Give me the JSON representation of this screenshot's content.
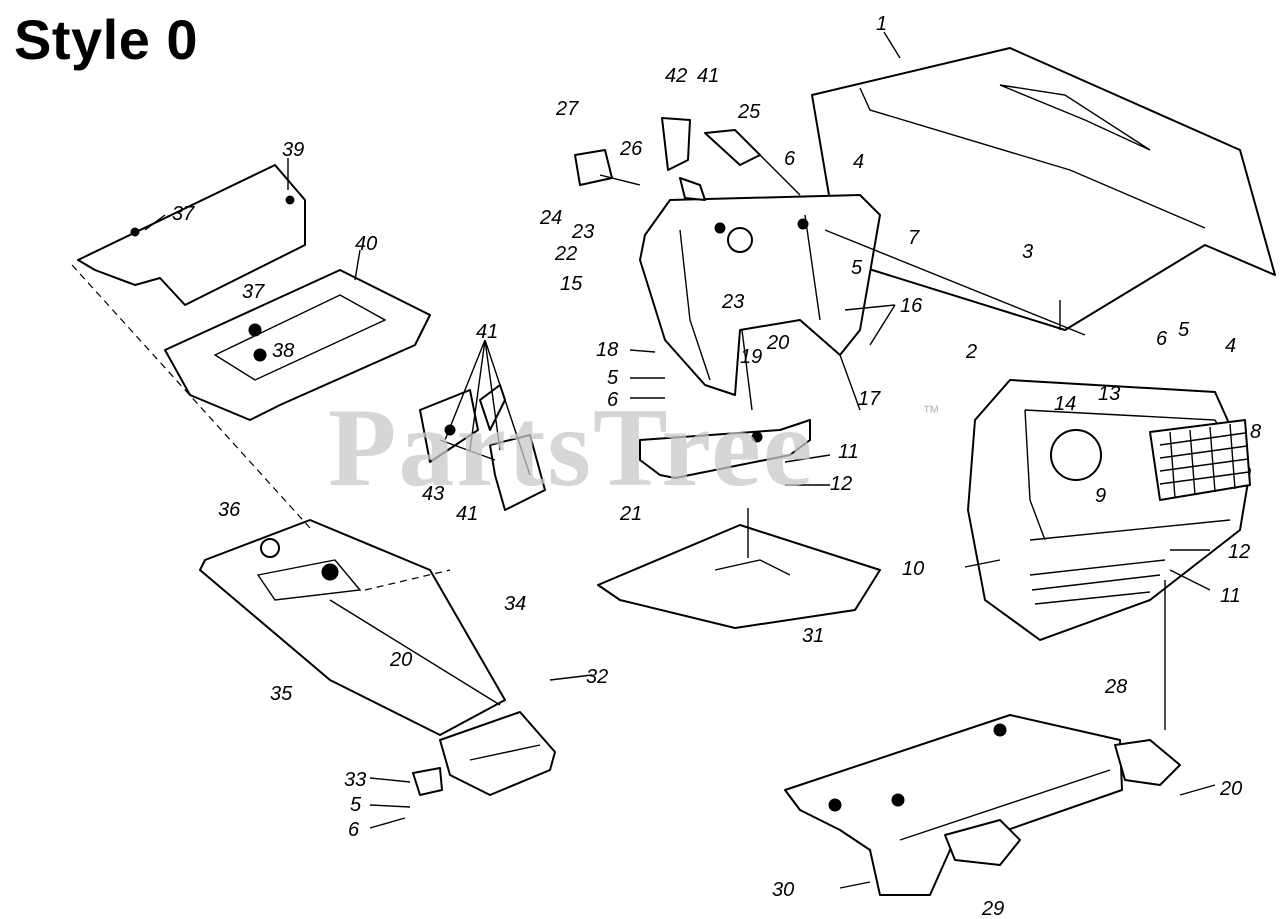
{
  "title": "Style 0",
  "watermark": "PartsTree",
  "trademark": "™",
  "callouts": [
    "1",
    "2",
    "3",
    "4",
    "4",
    "5",
    "5",
    "5",
    "5",
    "6",
    "6",
    "6",
    "6",
    "7",
    "8",
    "9",
    "10",
    "11",
    "11",
    "12",
    "12",
    "13",
    "14",
    "15",
    "16",
    "17",
    "18",
    "19",
    "20",
    "20",
    "20",
    "21",
    "22",
    "23",
    "23",
    "24",
    "25",
    "26",
    "27",
    "28",
    "29",
    "30",
    "31",
    "32",
    "33",
    "34",
    "35",
    "36",
    "37",
    "37",
    "38",
    "39",
    "40",
    "41",
    "41",
    "41",
    "42",
    "43"
  ],
  "colors": {
    "ink": "#000000",
    "watermark": "#c9c9c9"
  }
}
